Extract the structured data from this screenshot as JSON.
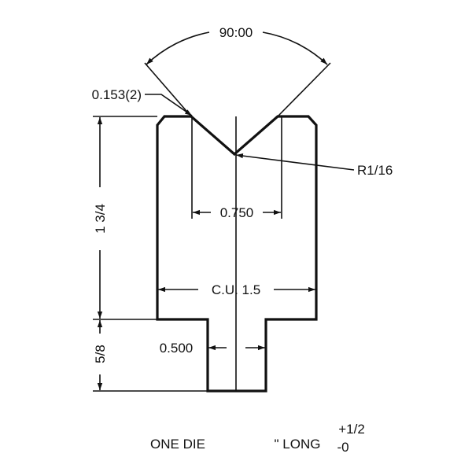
{
  "drawing": {
    "angle_label": "90:00",
    "chamfer_label": "0.153(2)",
    "radius_label": "R1/16",
    "v_opening_label": "0.750",
    "width_label": "C.U. 1.5",
    "height_label": "1 3/4",
    "tang_height_label": "5/8",
    "tang_width_label": "0.500"
  },
  "caption": {
    "quantity": "ONE DIE",
    "length": "\" LONG",
    "tol_plus": "+1/2",
    "tol_minus": "-0"
  }
}
